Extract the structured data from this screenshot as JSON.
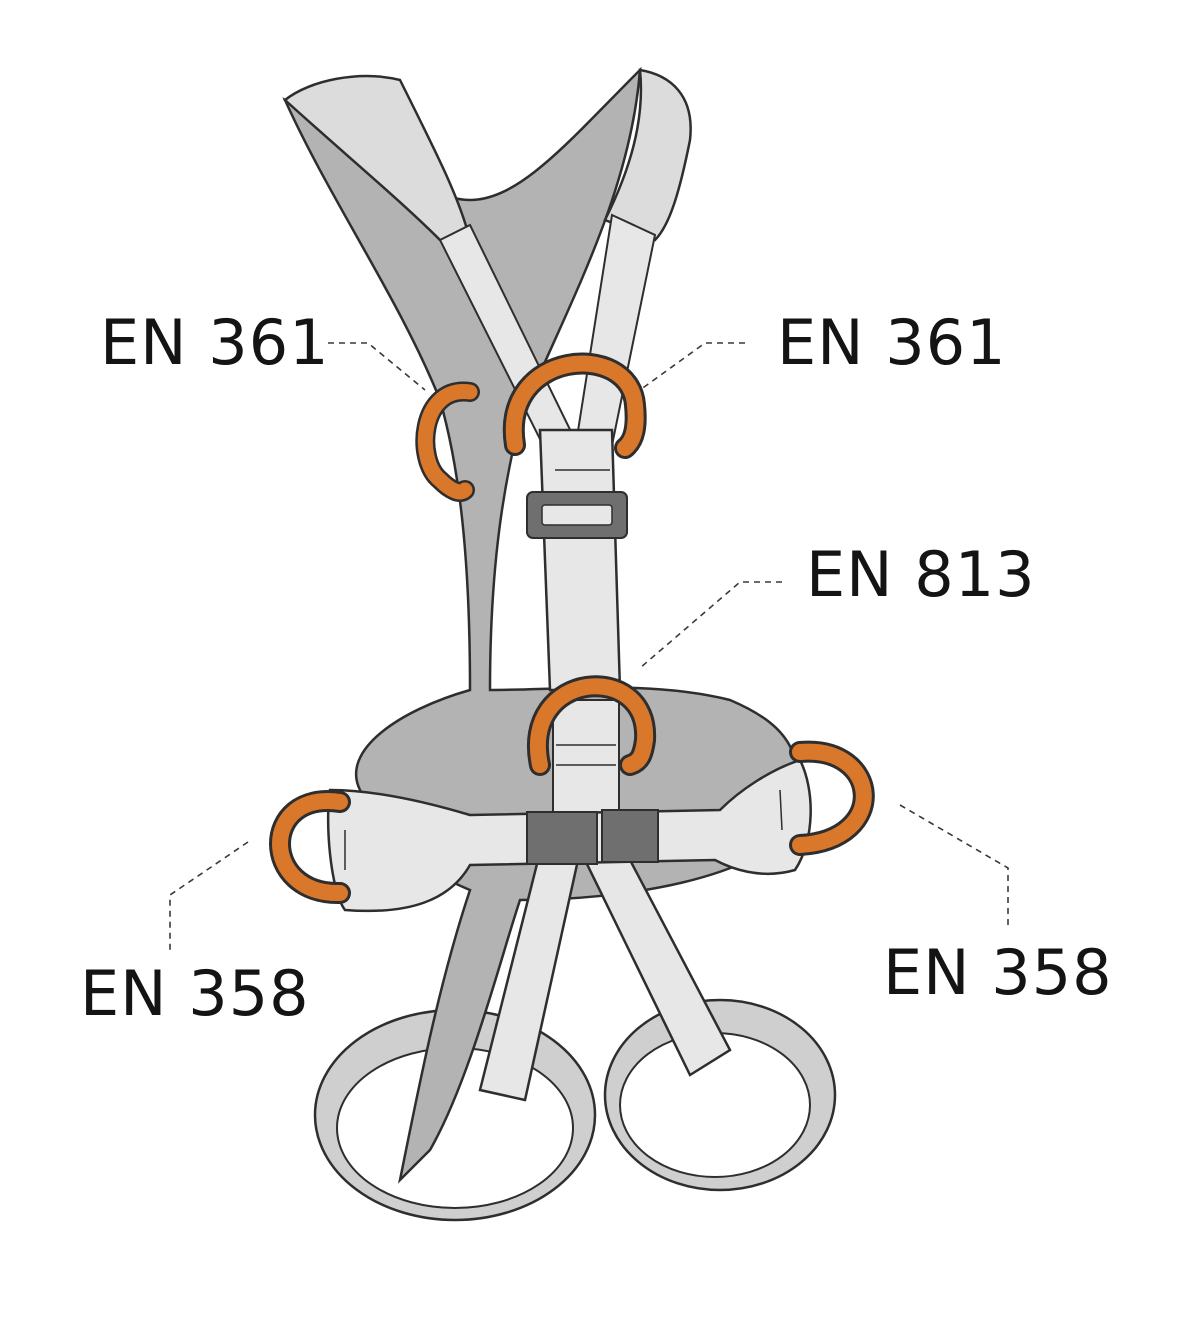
{
  "labels": {
    "upper_left": "EN 361",
    "upper_right": "EN 361",
    "middle": "EN 813",
    "lower_left": "EN 358",
    "lower_right": "EN 358"
  },
  "colors": {
    "background": "#ffffff",
    "webbing_light": "#e7e7e7",
    "padding_gray": "#b3b3b3",
    "buckle_dark": "#6f6f6f",
    "d_ring_orange": "#d9772b",
    "outline": "#2e2e2e",
    "label_text": "#141414"
  }
}
